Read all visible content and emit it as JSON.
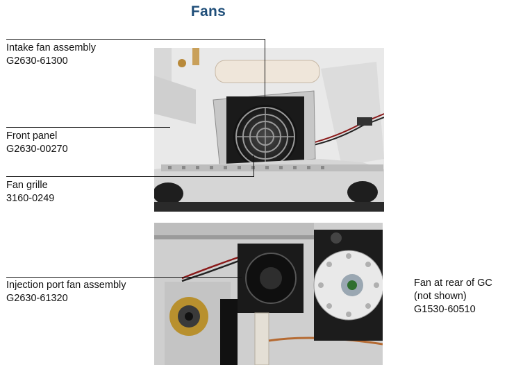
{
  "page": {
    "title": "Fans"
  },
  "callouts": {
    "intake_fan": {
      "name": "Intake fan assembly",
      "part": "G2630-61300"
    },
    "front_panel": {
      "name": "Front panel",
      "part": "G2630-00270"
    },
    "fan_grille": {
      "name": "Fan grille",
      "part": "3160-0249"
    },
    "injection_port_fan": {
      "name": "Injection port fan assembly",
      "part": "G2630-61320"
    },
    "rear_fan": {
      "line1": "Fan at rear of GC",
      "line2": "(not shown)",
      "part": "G1530-60510"
    }
  }
}
